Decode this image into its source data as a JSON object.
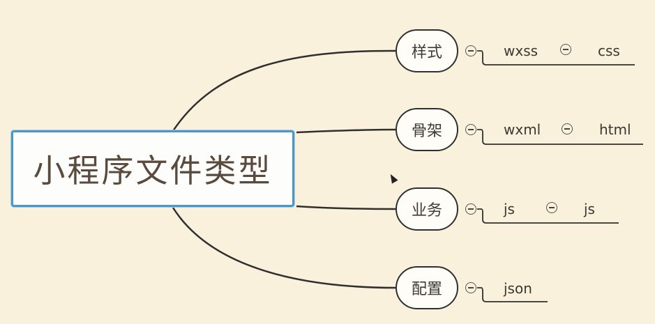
{
  "root": {
    "label": "小程序文件类型"
  },
  "branches": [
    {
      "label": "样式",
      "leaves": [
        "wxss",
        "css"
      ]
    },
    {
      "label": "骨架",
      "leaves": [
        "wxml",
        "html"
      ]
    },
    {
      "label": "业务",
      "leaves": [
        "js",
        "js"
      ]
    },
    {
      "label": "配置",
      "leaves": [
        "json"
      ]
    }
  ],
  "colors": {
    "background": "#faf1dc",
    "root_border": "#4a98c9",
    "line": "#2f2f2f"
  }
}
